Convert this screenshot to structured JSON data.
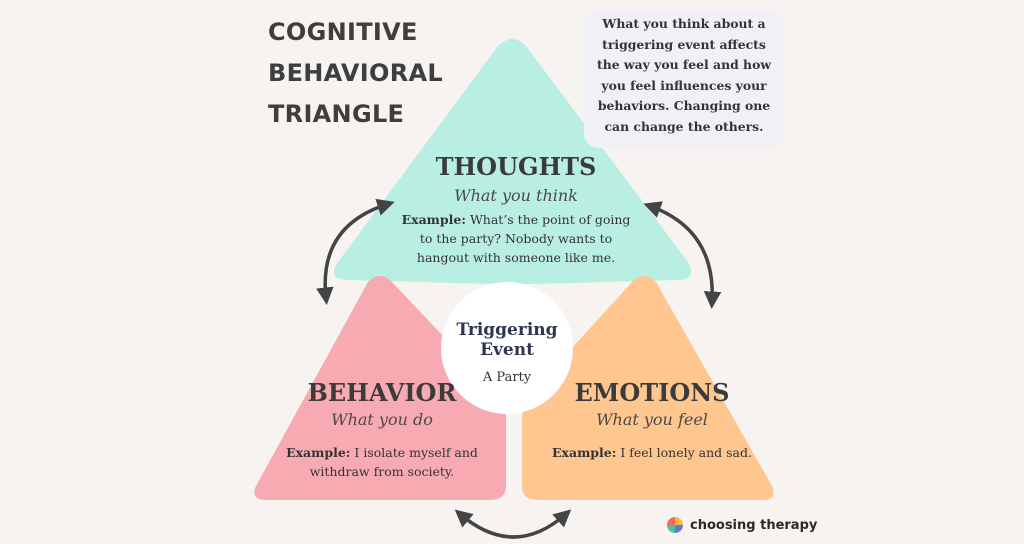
{
  "title": {
    "lines": [
      "COGNITIVE",
      "BEHAVIORAL",
      "TRIANGLE"
    ]
  },
  "note": {
    "lines": [
      "What you think about a",
      "triggering event affects",
      "the way you feel and how",
      "you feel influences your",
      "behaviors. Changing one",
      "can change the others."
    ]
  },
  "thoughts": {
    "heading": "THOUGHTS",
    "subtitle": "What you think",
    "example_label": "Example:",
    "example_lines": [
      " What’s the point of going",
      "to the party? Nobody wants to",
      "hangout with someone like me."
    ]
  },
  "behavior": {
    "heading": "BEHAVIOR",
    "subtitle": "What you do",
    "example_label": "Example:",
    "example_lines": [
      " I isolate myself and",
      "withdraw from society."
    ]
  },
  "emotions": {
    "heading": "EMOTIONS",
    "subtitle": "What you feel",
    "example_label": "Example:",
    "example_lines": [
      " I feel lonely and sad."
    ]
  },
  "center": {
    "title_lines": [
      "Triggering",
      "Event"
    ],
    "subtitle": "A Party"
  },
  "brand": {
    "name": "choosing therapy"
  },
  "colors": {
    "background": "#f7f3f0",
    "thoughts": "#b9eee3",
    "behavior": "#f8aab3",
    "emotions": "#ffc690",
    "center": "#ffffff",
    "arrow": "#444444"
  }
}
